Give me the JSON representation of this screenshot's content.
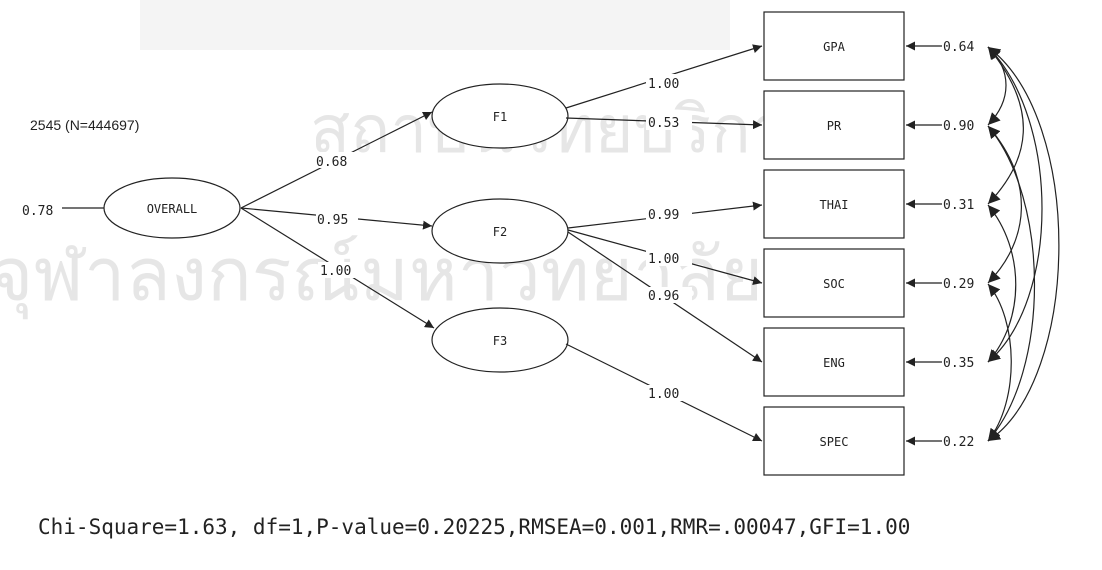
{
  "watermark": {
    "line1": "สถาบันวิทยบริการ",
    "line2": "จุฬาลงกรณ์มหาวิทยาลัย"
  },
  "header_note": "2545 (N=444697)",
  "nodes": {
    "overall": "OVERALL",
    "f1": "F1",
    "f2": "F2",
    "f3": "F3",
    "gpa": "GPA",
    "pr": "PR",
    "thai": "THAI",
    "soc": "SOC",
    "eng": "ENG",
    "spec": "SPEC"
  },
  "overall_error": "0.78",
  "second_order_loadings": {
    "f1": "0.68",
    "f2": "0.95",
    "f3": "1.00"
  },
  "first_order_loadings": {
    "f1_gpa": "1.00",
    "f1_pr": "0.53",
    "f2_thai": "0.99",
    "f2_soc": "1.00",
    "f2_eng": "0.96",
    "f3_spec": "1.00"
  },
  "error_variances": {
    "gpa": "0.64",
    "pr": "0.90",
    "thai": "0.31",
    "soc": "0.29",
    "eng": "0.35",
    "spec": "0.22"
  },
  "fit_statistics": "Chi-Square=1.63, df=1,P-value=0.20225,RMSEA=0.001,RMR=.00047,GFI=1.00"
}
